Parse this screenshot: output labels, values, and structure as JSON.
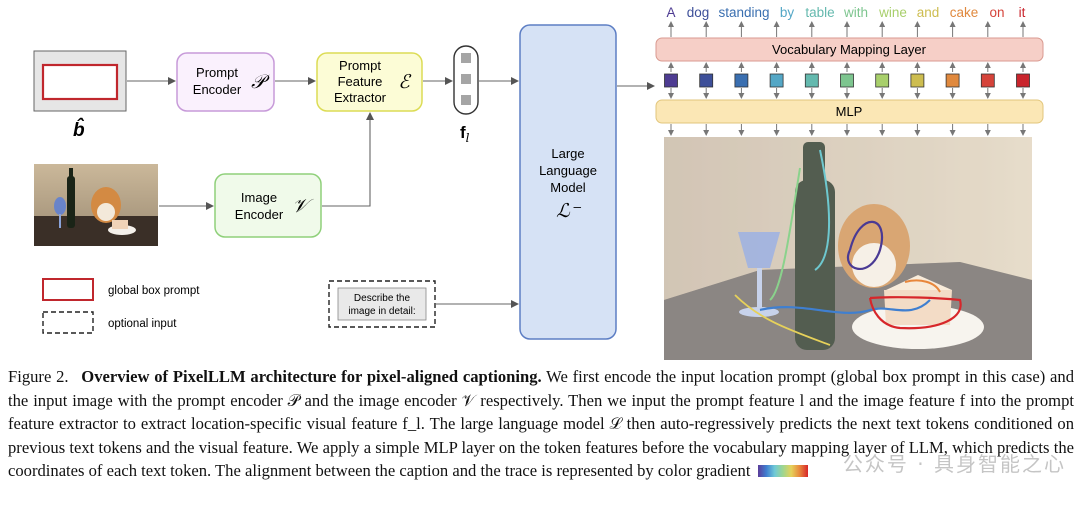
{
  "diagram": {
    "box_prompt_label": "b̂",
    "prompt_encoder": {
      "line1": "Prompt",
      "line2": "Encoder",
      "symbol": "𝒫"
    },
    "prompt_feature_extractor": {
      "line1": "Prompt",
      "line2": "Feature",
      "line3": "Extractor",
      "symbol": "ℰ"
    },
    "feature_label": "f",
    "feature_sub": "l",
    "image_encoder": {
      "line1": "Image",
      "line2": "Encoder",
      "symbol": "𝒱"
    },
    "llm": {
      "line1": "Large",
      "line2": "Language",
      "line3": "Model",
      "symbol": "ℒ⁻"
    },
    "text_prompt": {
      "line1": "Describe the",
      "line2": "image in detail:"
    },
    "vocab_layer": "Vocabulary Mapping Layer",
    "mlp": "MLP",
    "tokens": [
      {
        "word": "A",
        "color": "#4e3c92"
      },
      {
        "word": "dog",
        "color": "#3d4f99"
      },
      {
        "word": "standing",
        "color": "#3a6fb0"
      },
      {
        "word": "by",
        "color": "#54a7c6"
      },
      {
        "word": "table",
        "color": "#64b9ae"
      },
      {
        "word": "with",
        "color": "#7dc58f"
      },
      {
        "word": "wine",
        "color": "#a8cf6b"
      },
      {
        "word": "and",
        "color": "#cdbd50"
      },
      {
        "word": "cake",
        "color": "#e0893e"
      },
      {
        "word": "on",
        "color": "#d5433a"
      },
      {
        "word": "it",
        "color": "#c9252d"
      }
    ],
    "legend": [
      {
        "label": "global box prompt"
      },
      {
        "label": "optional input"
      }
    ],
    "colors": {
      "prompt_encoder": "#c79ad9",
      "feature_extractor": "#e1e157",
      "image_encoder": "#8fd07a",
      "llm_fill": "#d6e2f5",
      "llm_stroke": "#5d7ec4",
      "vocab_fill": "#f6cfc7",
      "mlp_fill": "#fbe7b5",
      "box_prompt": "#c0272d"
    }
  },
  "caption": {
    "figure_num": "Figure 2.",
    "title": "Overview of PixelLLM architecture for pixel-aligned captioning.",
    "body": "We first encode the input location prompt (global box prompt in this case) and the input image with the prompt encoder 𝒫 and the image encoder 𝒱 respectively. Then we input the prompt feature l and the image feature f into the prompt feature extractor to extract location-specific visual feature f_l. The large language model ℒ then auto-regressively predicts the next text tokens conditioned on previous text tokens and the visual feature. We apply a simple MLP layer on the token features before the vocabulary mapping layer of LLM, which predicts the coordinates of each text token. The alignment between the caption and the trace is represented by color gradient"
  },
  "watermark": "公众号 · 具身智能之心"
}
